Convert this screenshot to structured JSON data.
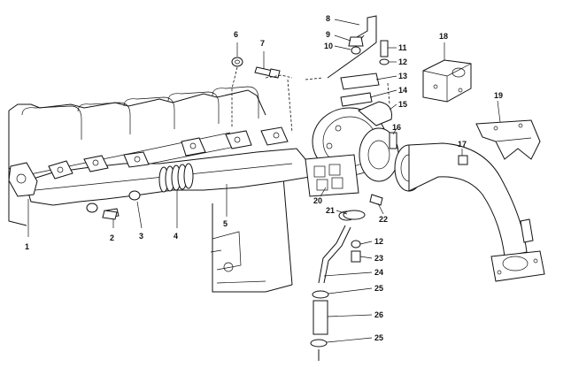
{
  "callouts": [
    {
      "id": "c1",
      "text": "1"
    },
    {
      "id": "c2",
      "text": "2"
    },
    {
      "id": "c3",
      "text": "3"
    },
    {
      "id": "c4",
      "text": "4"
    },
    {
      "id": "c5",
      "text": "5"
    },
    {
      "id": "c6",
      "text": "6"
    },
    {
      "id": "c7",
      "text": "7"
    },
    {
      "id": "c8",
      "text": "8"
    },
    {
      "id": "c9",
      "text": "9"
    },
    {
      "id": "c10",
      "text": "10"
    },
    {
      "id": "c11",
      "text": "11"
    },
    {
      "id": "c12a",
      "text": "12"
    },
    {
      "id": "c13",
      "text": "13"
    },
    {
      "id": "c14",
      "text": "14"
    },
    {
      "id": "c15",
      "text": "15"
    },
    {
      "id": "c16",
      "text": "16"
    },
    {
      "id": "c17",
      "text": "17"
    },
    {
      "id": "c18",
      "text": "18"
    },
    {
      "id": "c19",
      "text": "19"
    },
    {
      "id": "c20",
      "text": "20"
    },
    {
      "id": "c21",
      "text": "21"
    },
    {
      "id": "c22",
      "text": "22"
    },
    {
      "id": "c12b",
      "text": "12"
    },
    {
      "id": "c23",
      "text": "23"
    },
    {
      "id": "c24",
      "text": "24"
    },
    {
      "id": "c25a",
      "text": "25"
    },
    {
      "id": "c26",
      "text": "26"
    },
    {
      "id": "c25b",
      "text": "25"
    }
  ]
}
